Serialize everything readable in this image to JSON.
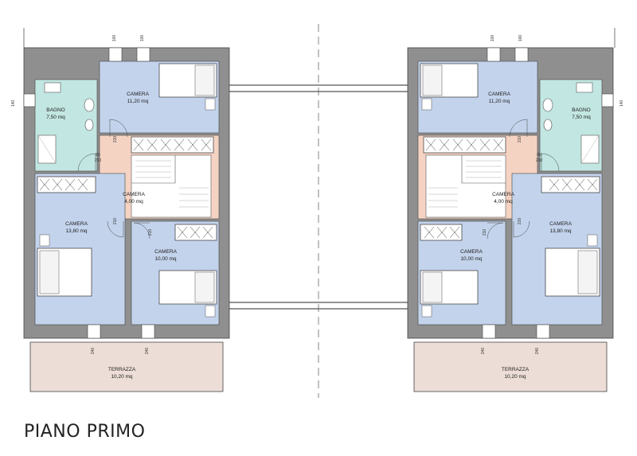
{
  "floor_title": "PIANO PRIMO",
  "colors": {
    "wall": "#8f8f8f",
    "room_camera": "#c3d3ec",
    "room_bagno": "#c2e6e1",
    "room_hall": "#f5d3c3",
    "terrace": "#ecddd6",
    "outline": "#444444"
  },
  "rooms": {
    "camera_a": {
      "name": "CAMERA",
      "area": "11,20 mq"
    },
    "bagno": {
      "name": "BAGNO",
      "area": "7,50 mq"
    },
    "camera_hall": {
      "name": "CAMERA",
      "area": "4,00 mq"
    },
    "camera_b": {
      "name": "CAMERA",
      "area": "13,80 mq"
    },
    "camera_c": {
      "name": "CAMERA",
      "area": "10,00 mq"
    },
    "terrazza": {
      "name": "TERRAZZA",
      "area": "10,20 mq"
    }
  },
  "dims": {
    "d80": "80",
    "d140": "140",
    "d210": "210",
    "d240": "240",
    "d90": "90",
    "d100": "100"
  }
}
